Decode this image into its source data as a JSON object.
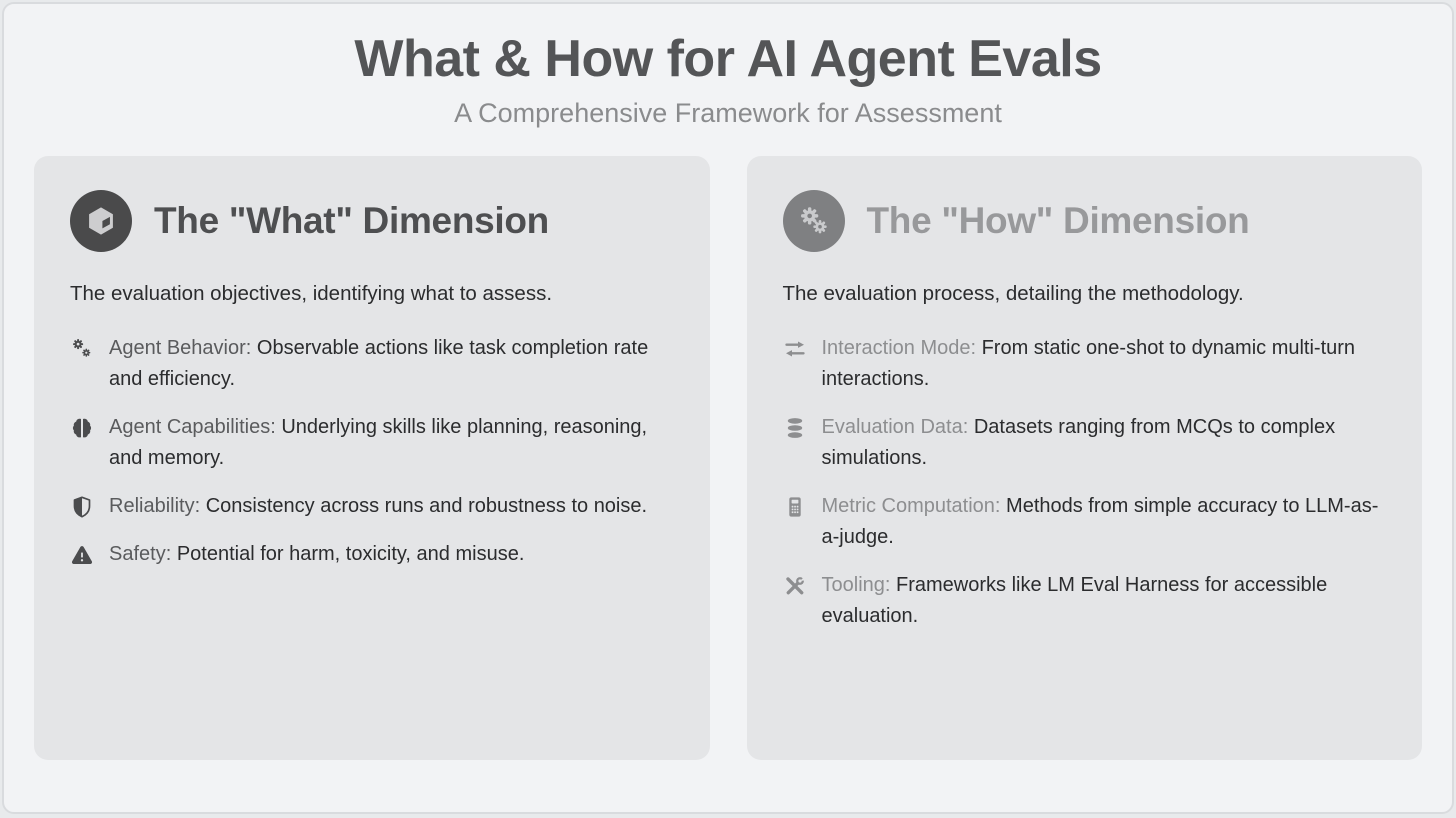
{
  "header": {
    "title": "What & How for AI Agent Evals",
    "subtitle": "A Comprehensive Framework for Assessment"
  },
  "cards": [
    {
      "title": "The \"What\" Dimension",
      "badge_icon": "cube-icon",
      "description": "The evaluation objectives, identifying what to assess.",
      "items": [
        {
          "icon": "gears-icon",
          "label": "Agent Behavior:",
          "text": "Observable actions like task completion rate and efficiency."
        },
        {
          "icon": "brain-icon",
          "label": "Agent Capabilities:",
          "text": "Underlying skills like planning, reasoning, and memory."
        },
        {
          "icon": "shield-icon",
          "label": "Reliability:",
          "text": "Consistency across runs and robustness to noise."
        },
        {
          "icon": "warning-triangle-icon",
          "label": "Safety:",
          "text": "Potential for harm, toxicity, and misuse."
        }
      ]
    },
    {
      "title": "The \"How\" Dimension",
      "badge_icon": "gears-icon",
      "description": "The evaluation process, detailing the methodology.",
      "items": [
        {
          "icon": "swap-arrows-icon",
          "label": "Interaction Mode:",
          "text": "From static one-shot to dynamic multi-turn interactions."
        },
        {
          "icon": "database-icon",
          "label": "Evaluation Data:",
          "text": "Datasets ranging from MCQs to complex simulations."
        },
        {
          "icon": "calculator-icon",
          "label": "Metric Computation:",
          "text": "Methods from simple accuracy to LLM-as-a-judge."
        },
        {
          "icon": "tools-icon",
          "label": "Tooling:",
          "text": "Frameworks like LM Eval Harness for accessible evaluation."
        }
      ]
    }
  ],
  "colors": {
    "pageBg": "#f2f3f5",
    "cardBg": "#e4e5e7",
    "frameBorder": "#d9dbde",
    "titleInk": "#545557",
    "subtitleInk": "#8a8b8d",
    "darkInk": "#4a4a4b",
    "midInk": "#7f8082",
    "lightIcon": "#c9cacc",
    "darkTitle": "#4e4f51",
    "howTitle": "#98999b",
    "textInk": "#2b2c2e",
    "whatLabelInk": "#5a5b5d",
    "howLabelInk": "#8d8e90",
    "whatIconInk": "#4b4c4e",
    "howIconInk": "#8d8e90"
  }
}
